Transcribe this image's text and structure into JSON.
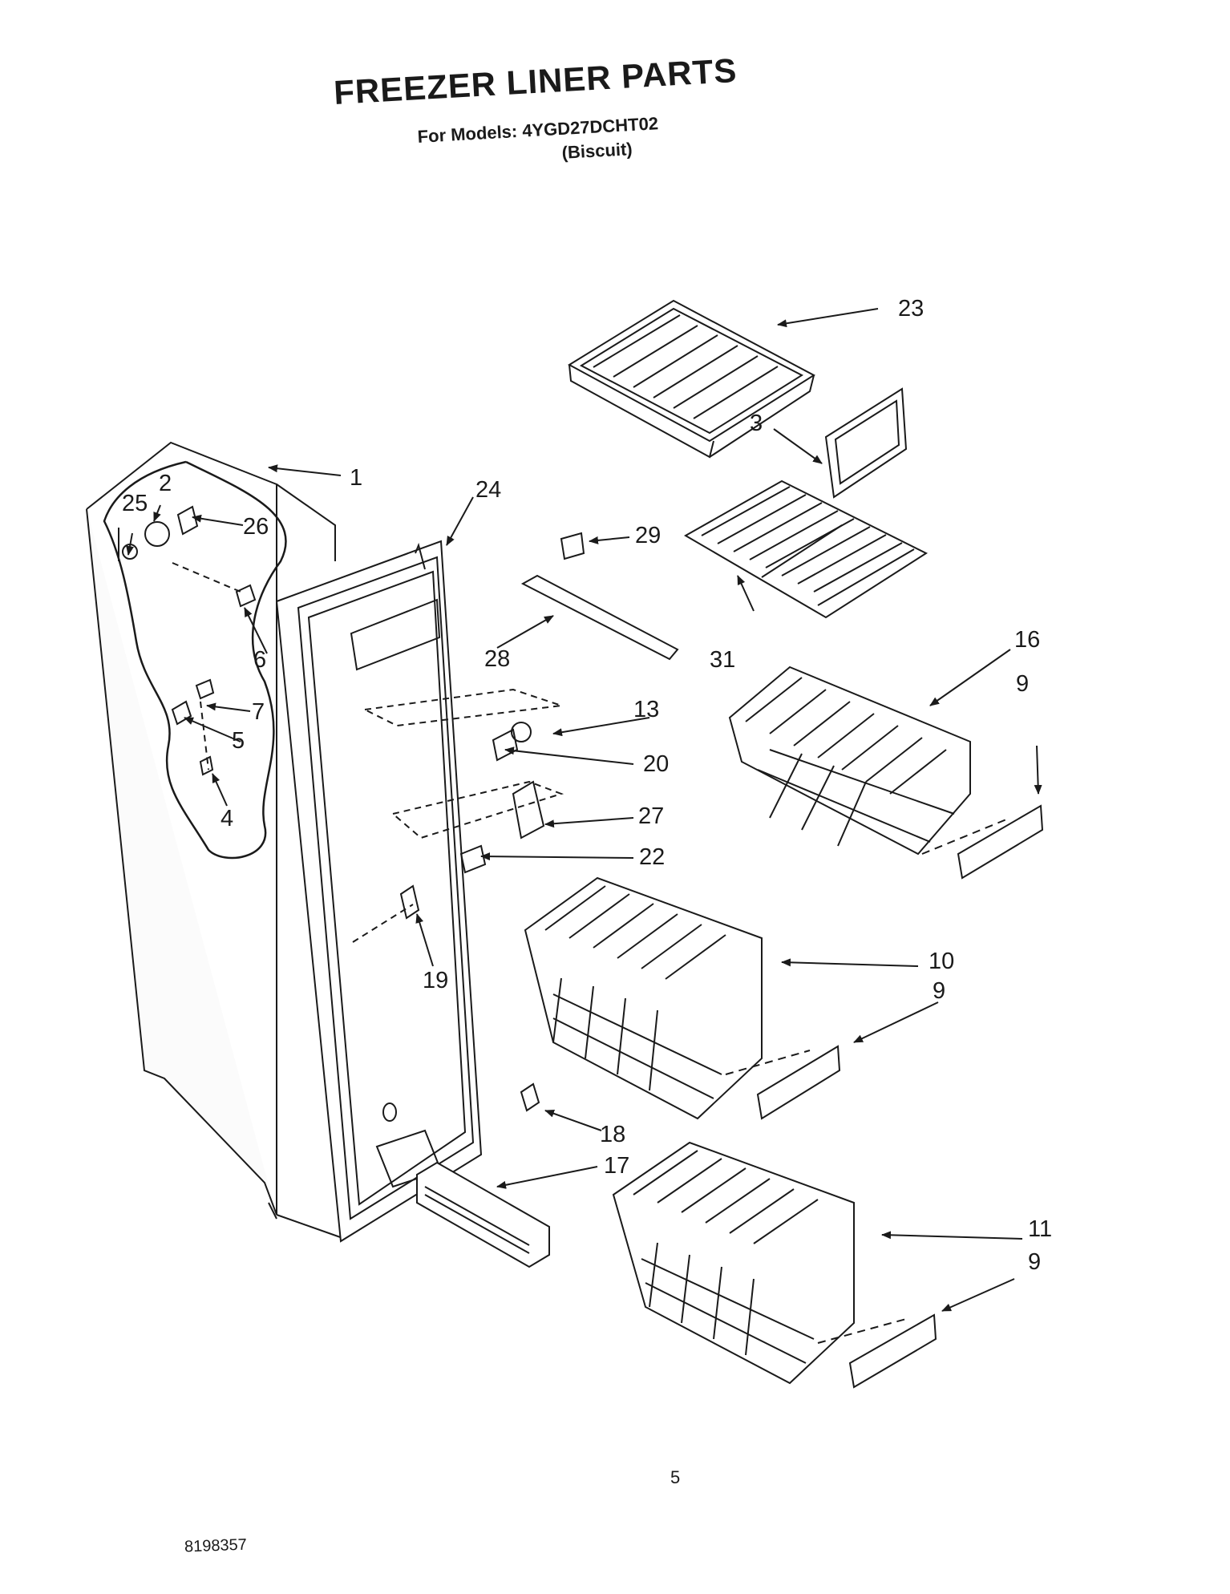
{
  "title": "FREEZER LINER PARTS",
  "subtitle": "For Models: 4YGD27DCHT02",
  "variant": "(Biscuit)",
  "page_number": "5",
  "doc_code": "8198357",
  "callouts": {
    "c1": "1",
    "c2": "2",
    "c3": "3",
    "c4": "4",
    "c5": "5",
    "c6": "6",
    "c7": "7",
    "c9a": "9",
    "c9b": "9",
    "c9c": "9",
    "c10": "10",
    "c11": "11",
    "c13": "13",
    "c16": "16",
    "c17": "17",
    "c18": "18",
    "c19": "19",
    "c20": "20",
    "c22": "22",
    "c23": "23",
    "c24": "24",
    "c25": "25",
    "c26": "26",
    "c27": "27",
    "c28": "28",
    "c29": "29",
    "c31": "31"
  }
}
